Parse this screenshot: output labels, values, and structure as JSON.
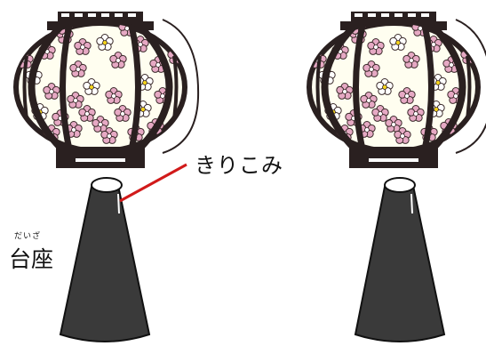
{
  "labels": {
    "kirikomi": "きりこみ",
    "daiza_reading": "だいざ",
    "daiza": "台座"
  },
  "colors": {
    "frame": "#2a2020",
    "panel": "#fffef0",
    "flower_pink": "#e6a9c4",
    "flower_white": "#ffffff",
    "flower_center": "#f3d21b",
    "pointer": "#d11a1a",
    "base": "#3a3a3a"
  },
  "icons": [
    "lantern-left-icon",
    "lantern-right-icon",
    "base-left-icon",
    "base-right-icon"
  ]
}
